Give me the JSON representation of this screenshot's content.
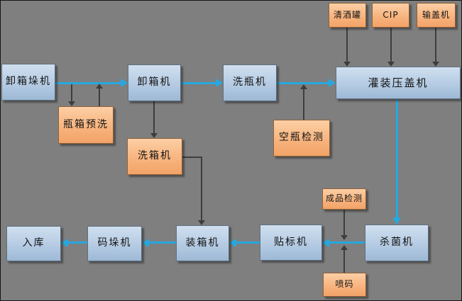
{
  "diagram": {
    "title": "bottling-line-flowchart",
    "type": "flowchart",
    "colors": {
      "background": "#7f7f7f",
      "process_box_fill": "#b5cbe3",
      "process_box_border": "#5e6e7e",
      "aux_box_fill": "#f7b27c",
      "aux_box_border": "#8e6036",
      "flow_arrow": "#25a8e0",
      "aux_arrow": "#3d3d3d",
      "text": "#141414"
    }
  },
  "nodes": {
    "beer_tank": {
      "label": "清酒罐",
      "type": "aux"
    },
    "cip": {
      "label": "CIP",
      "type": "aux"
    },
    "cap_feeder": {
      "label": "输盖机",
      "type": "aux"
    },
    "depalletizer": {
      "label": "卸箱垛机",
      "type": "process"
    },
    "decrater": {
      "label": "卸箱机",
      "type": "process"
    },
    "bottle_washer": {
      "label": "洗瓶机",
      "type": "process"
    },
    "filler_capper": {
      "label": "灌装压盖机",
      "type": "process"
    },
    "crate_bottle_prewash": {
      "label": "瓶箱预洗",
      "type": "aux"
    },
    "crate_washer": {
      "label": "洗箱机",
      "type": "aux"
    },
    "empty_bottle_inspection": {
      "label": "空瓶检测",
      "type": "aux"
    },
    "finished_product_inspection": {
      "label": "成品检测",
      "type": "aux"
    },
    "warehouse": {
      "label": "入库",
      "type": "process"
    },
    "palletizer": {
      "label": "码垛机",
      "type": "process"
    },
    "case_packer": {
      "label": "装箱机",
      "type": "process"
    },
    "labeler": {
      "label": "贴标机",
      "type": "process"
    },
    "pasteurizer": {
      "label": "杀菌机",
      "type": "process"
    },
    "inkjet_coder": {
      "label": "喷码",
      "type": "aux"
    }
  },
  "edges": [
    {
      "from": "depalletizer",
      "to": "decrater",
      "style": "flow"
    },
    {
      "from": "decrater",
      "to": "bottle_washer",
      "style": "flow"
    },
    {
      "from": "bottle_washer",
      "to": "filler_capper",
      "style": "flow"
    },
    {
      "from": "filler_capper",
      "to": "pasteurizer",
      "style": "flow"
    },
    {
      "from": "pasteurizer",
      "to": "labeler",
      "style": "flow"
    },
    {
      "from": "labeler",
      "to": "case_packer",
      "style": "flow"
    },
    {
      "from": "case_packer",
      "to": "palletizer",
      "style": "flow"
    },
    {
      "from": "palletizer",
      "to": "warehouse",
      "style": "flow"
    },
    {
      "from": "depalletizer-decrater-line",
      "to": "crate_bottle_prewash",
      "style": "aux"
    },
    {
      "from": "crate_bottle_prewash",
      "to": "depalletizer-decrater-line",
      "style": "aux"
    },
    {
      "from": "decrater",
      "to": "crate_washer",
      "style": "aux"
    },
    {
      "from": "crate_washer",
      "to": "case_packer",
      "style": "aux"
    },
    {
      "from": "empty_bottle_inspection",
      "to": "bottle_washer-filler_capper-line",
      "style": "aux"
    },
    {
      "from": "beer_tank",
      "to": "filler_capper",
      "style": "aux"
    },
    {
      "from": "cip",
      "to": "filler_capper",
      "style": "aux"
    },
    {
      "from": "cap_feeder",
      "to": "filler_capper",
      "style": "aux"
    },
    {
      "from": "finished_product_inspection",
      "to": "pasteurizer-labeler-line",
      "style": "aux"
    },
    {
      "from": "inkjet_coder",
      "to": "pasteurizer-labeler-line",
      "style": "aux"
    }
  ]
}
